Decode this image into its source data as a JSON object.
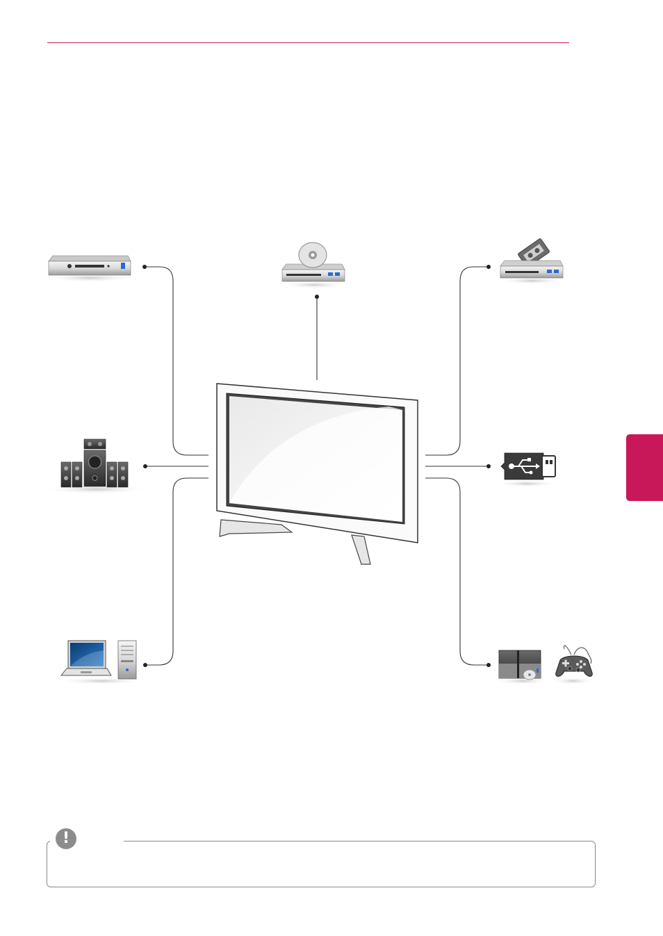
{
  "page": {
    "accent_color": "#c8185a",
    "header_rule": "magenta-rule",
    "side_tab": "magenta-tab"
  },
  "diagram": {
    "center_device": {
      "name": "tv-icon"
    },
    "devices": [
      {
        "id": "dvd-recorder",
        "icon": "dvd-recorder-icon"
      },
      {
        "id": "hd-receiver",
        "icon": "hd-receiver-icon"
      },
      {
        "id": "vcr",
        "icon": "vcr-icon"
      },
      {
        "id": "speakers",
        "icon": "speaker-system-icon"
      },
      {
        "id": "usb",
        "icon": "usb-drive-icon"
      },
      {
        "id": "pc",
        "icon": "laptop-desktop-icon"
      },
      {
        "id": "media-game",
        "icon": "player-gamepad-icon"
      }
    ]
  },
  "note": {
    "icon": "exclamation-icon",
    "icon_glyph": "!",
    "text": ""
  }
}
